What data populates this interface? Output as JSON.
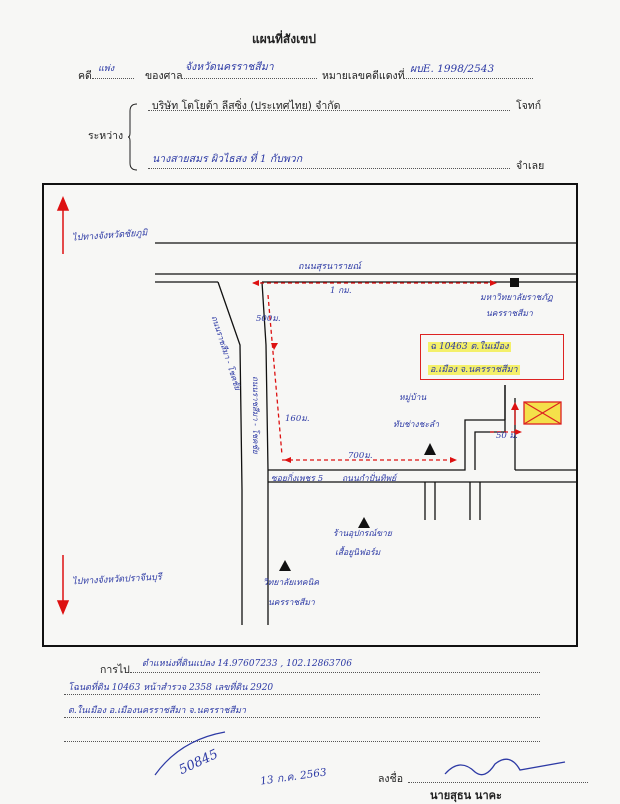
{
  "form": {
    "title": "แผนที่สังเขป",
    "case_label": "คดี",
    "case_type": "แพ่ง",
    "court_label": "ของศาล",
    "court_name": "จังหวัดนครราชสีมา",
    "red_case_label": "หมายเลขคดีแดงที่",
    "red_case_no": "ผบE. 1998/2543",
    "between_label": "ระหว่าง",
    "plaintiff": "บริษัท โตโยต้า ลีสซิ่ง (ประเทศไทย) จำกัด",
    "plaintiff_role": "โจทก์",
    "defendant": "นางสายสมร ผิวไธสง ที่ 1 กับพวก",
    "defendant_role": "จำเลย"
  },
  "map": {
    "direction_top": "ไปทางจังหวัดชัยภูมิ",
    "direction_bottom": "ไปทางจังหวัดปราจีนบุรี",
    "road_main": "ถนนสุรนารายณ์",
    "road_left_upper": "ถนนราชสีมา - โชคชัย",
    "road_left_lower": "ถนนราชสีมา - โชคชัย",
    "soi": "ซอยกิ่งเพชร 5",
    "road_bottom": "ถนนกำปั่นทิพย์",
    "dist_top": "1 กม.",
    "dist_left_a": "500ม.",
    "dist_left_b": "160ม.",
    "dist_bottom": "700ม.",
    "dist_right": "50 ม.",
    "landmark_university_l1": "มหาวิทยาลัยราชภัฏ",
    "landmark_university_l2": "นครราชสีมา",
    "landmark_village_l1": "หมู่บ้าน",
    "landmark_village_l2": "ทับช่างชะลำ",
    "landmark_shop_l1": "ร้านอุปกรณ์ขาย",
    "landmark_shop_l2": "เสื้อยูนิฟอร์ม",
    "landmark_college_l1": "วิทยาลัยเทคนิค",
    "landmark_college_l2": "นครราชสีมา",
    "plot_line1": "ฉ 10463 ต.ในเมือง",
    "plot_line2": "อ.เมือง จ.นครราชสีมา"
  },
  "notes": {
    "label": "การไป",
    "line1": "ตำแหน่งที่ดินแปลง 14.97607233 , 102.12863706",
    "line2": "โฉนดที่ดิน 10463 หน้าสำรวจ 2358 เลขที่ดิน 2920",
    "line3": "ต.ในเมือง อ.เมืองนครราชสีมา จ.นครราชสีมา"
  },
  "footer": {
    "sign_label": "ลงชื่อ",
    "ref_number": "50845",
    "date": "13 ก.ค. 2563",
    "name": "นายสุธน นาคะ"
  },
  "colors": {
    "ink": "#2d3aa5",
    "route": "#d11111",
    "highlight": "#f4f06a"
  }
}
